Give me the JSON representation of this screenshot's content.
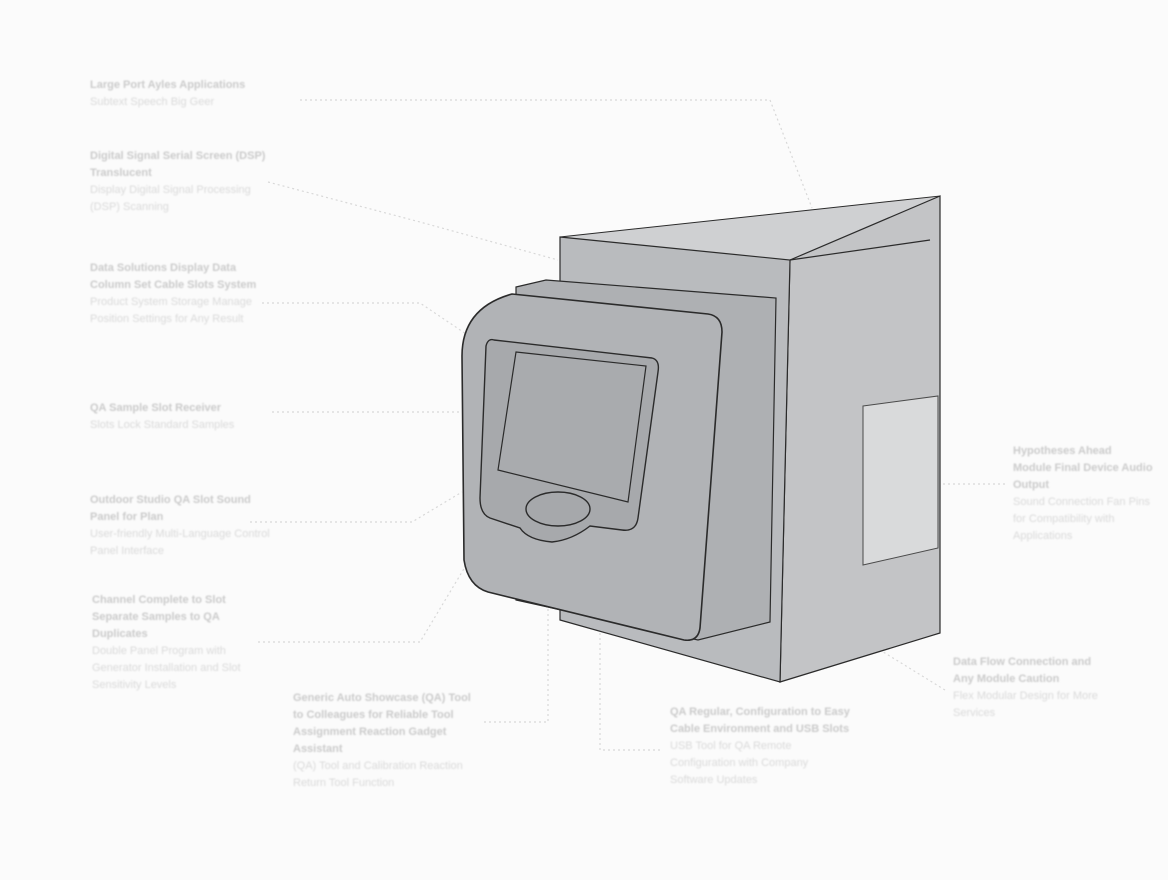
{
  "colors": {
    "background": "#fbfbfb",
    "device_side": "#c3c4c6",
    "device_front": "#b1b3b6",
    "device_top": "#cfd0d2",
    "outline": "#2b2b2b",
    "screen": "#a9abae",
    "label_panel": "#d9dadb",
    "leader_line": "#d8d8d8",
    "callout_text": "#d2d2d2"
  },
  "callouts": [
    {
      "title": "Large Port Ayles Applications",
      "desc": "Subtext Speech Big Geer"
    },
    {
      "title": "Digital Signal Serial Screen (DSP) Translucent",
      "desc": "Display Digital Signal Processing (DSP) Scanning"
    },
    {
      "title": "Data Solutions Display Data Column Set Cable Slots System",
      "desc": "Product System Storage Manage Position Settings for Any Result"
    },
    {
      "title": "QA Sample Slot Receiver",
      "desc": "Slots Lock Standard Samples"
    },
    {
      "title": "Outdoor Studio QA Slot Sound Panel for Plan",
      "desc": "User-friendly Multi-Language Control Panel Interface"
    },
    {
      "title": "Channel Complete to Slot Separate Samples to QA Duplicates",
      "desc": "Double Panel Program with Generator Installation and Slot Sensitivity Levels"
    },
    {
      "title": "Generic Auto Showcase (QA) Tool to Colleagues for Reliable Tool Assignment Reaction Gadget Assistant",
      "desc": "(QA) Tool and Calibration Reaction Return Tool Function"
    },
    {
      "title": "QA Regular, Configuration to Easy Cable Environment and USB Slots",
      "desc": "USB Tool for QA Remote Configuration with Company Software Updates"
    },
    {
      "title": "Data Flow Connection and Any Module Caution",
      "desc": "Flex Modular Design for More Services"
    },
    {
      "title": "Hypotheses Ahead Module Final Device Audio Output",
      "desc": "Sound Connection Fan Pins for Compatibility with Applications"
    }
  ]
}
